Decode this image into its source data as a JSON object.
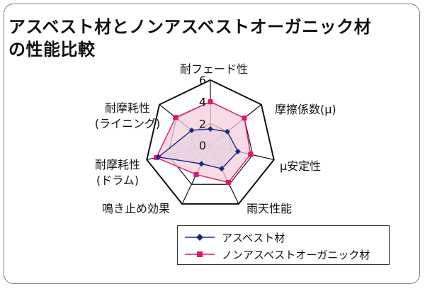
{
  "title_lines": [
    "アスベスト材とノンアスベストオーガニック材",
    "の性能比較"
  ],
  "chart_data": {
    "type": "radar",
    "axes": [
      "耐フェード性",
      "摩擦係数(μ)",
      "μ安定性",
      "雨天性能",
      "鳴き止め効果",
      "耐摩耗性\n(ドラム)",
      "耐摩耗性\n(ライニング)"
    ],
    "ticks": [
      "0",
      "2",
      "4",
      "6"
    ],
    "rmax": 6,
    "series": [
      {
        "name": "アスベスト材",
        "values": [
          1.5,
          2.0,
          2.6,
          2.4,
          1.9,
          4.9,
          2.2
        ],
        "color": "#1a2a8a",
        "fill": "#bfe1f2"
      },
      {
        "name": "ノンアスベストオーガニック材",
        "values": [
          4.0,
          4.0,
          3.8,
          3.8,
          3.0,
          5.1,
          4.1
        ],
        "color": "#e0156f",
        "fill": "#f6cfdc"
      }
    ],
    "grid": true,
    "legend": "bottom-right"
  },
  "legend": {
    "items": [
      {
        "label": "アスベスト材",
        "color": "#1a2a8a",
        "marker": "diamond"
      },
      {
        "label": "ノンアスベストオーガニック材",
        "color": "#e0156f",
        "marker": "square"
      }
    ]
  }
}
